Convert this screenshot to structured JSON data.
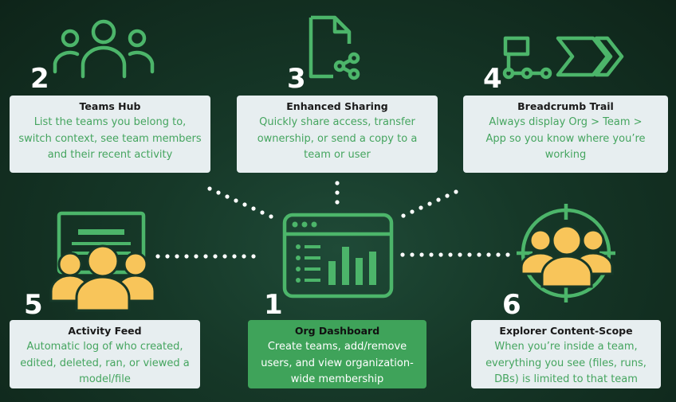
{
  "colors": {
    "accent": "#3fa35a",
    "icon_green": "#4cb56a",
    "icon_yellow": "#f8c55a",
    "card_bg": "#e7eef0",
    "bg": "#163828"
  },
  "items": [
    {
      "num": "1",
      "title": "Org Dashboard",
      "desc": "Create teams, add/remove users, and view organization-wide membership",
      "icon": "dashboard-icon"
    },
    {
      "num": "2",
      "title": "Teams Hub",
      "desc": "List the teams you belong to, switch context, see team members and their recent activity",
      "icon": "people-group-icon"
    },
    {
      "num": "3",
      "title": "Enhanced Sharing",
      "desc": "Quickly share access, transfer ownership, or send a copy to a team or user",
      "icon": "file-share-icon"
    },
    {
      "num": "4",
      "title": "Breadcrumb Trail",
      "desc": "Always display Org > Team > App so you know where you’re working",
      "icon": "breadcrumb-flag-icon"
    },
    {
      "num": "5",
      "title": "Activity Feed",
      "desc": "Automatic log of who created, edited, deleted, ran, or viewed a model/file",
      "icon": "activity-feed-icon"
    },
    {
      "num": "6",
      "title": "Explorer Content-Scope",
      "desc": "When you’re inside a team, everything you see (files, runs, DBs) is limited to that team",
      "icon": "scope-target-icon"
    }
  ]
}
